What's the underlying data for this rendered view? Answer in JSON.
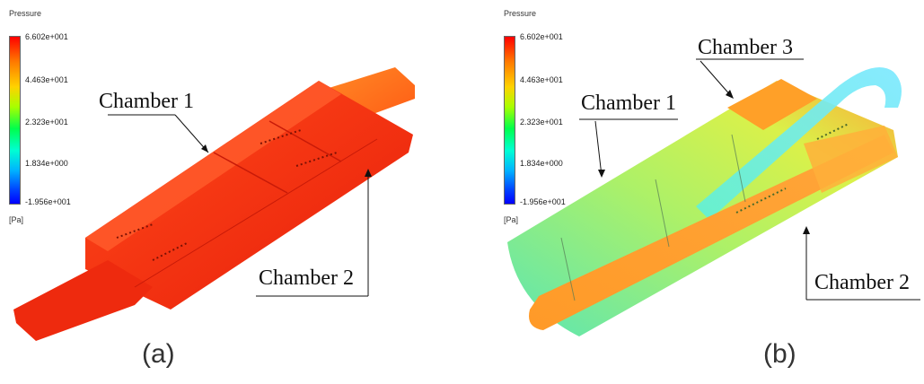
{
  "panels": [
    {
      "legend": {
        "title": "Pressure",
        "ticks": [
          "6.602e+001",
          "4.463e+001",
          "2.323e+001",
          "1.834e+000",
          "-1.956e+001"
        ],
        "unit": "[Pa]"
      },
      "callouts": [
        "Chamber 1",
        "Chamber 2"
      ],
      "caption": "(a)"
    },
    {
      "legend": {
        "title": "Pressure",
        "ticks": [
          "6.602e+001",
          "4.463e+001",
          "2.323e+001",
          "1.834e+000",
          "-1.956e+001"
        ],
        "unit": "[Pa]"
      },
      "callouts": [
        "Chamber 3",
        "Chamber 1",
        "Chamber 2"
      ],
      "caption": "(b)"
    }
  ],
  "colors": {
    "high_pressure": "#ff2a0a",
    "orange": "#ff8a1a",
    "yellow_green": "#c8f04a",
    "green": "#4ee08a",
    "cyan": "#4fe8f0"
  }
}
